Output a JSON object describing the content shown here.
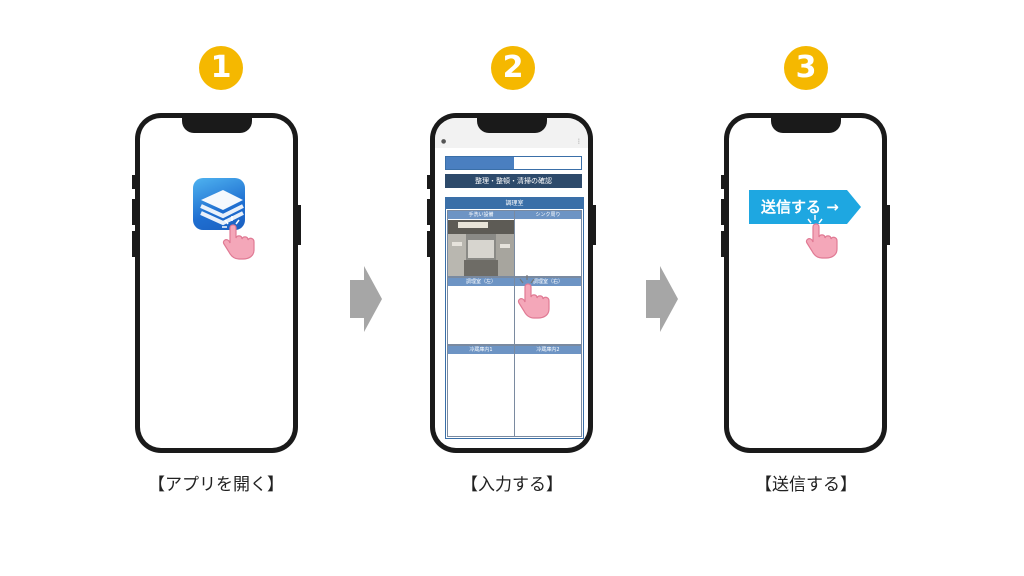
{
  "steps": [
    {
      "number": "1",
      "caption": "【アプリを開く】"
    },
    {
      "number": "2",
      "caption": "【入力する】"
    },
    {
      "number": "3",
      "caption": "【送信する】"
    }
  ],
  "screen2": {
    "section_title": "整理・整頓・清掃の確認",
    "panel_title": "調理室",
    "cells": [
      "手洗い設備",
      "シンク周り",
      "調理室（左）",
      "調理室（右）",
      "冷蔵庫内1",
      "冷蔵庫内2"
    ]
  },
  "screen3": {
    "send_button_label": "送信する →"
  },
  "colors": {
    "badge": "#F5B800",
    "arrow": "#A6A6A6",
    "app_icon": "#1f6fd1",
    "send_button": "#1EA7E1",
    "hand": "#F4A7B9"
  }
}
